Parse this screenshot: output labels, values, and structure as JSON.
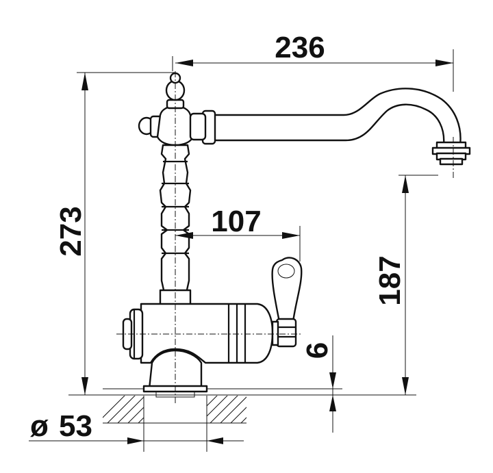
{
  "dimensions": {
    "spout_reach": "236",
    "total_height": "273",
    "handle_offset": "107",
    "spout_clearance": "187",
    "base_thickness": "6",
    "diameter_symbol": "ø",
    "mounting_diameter": "53"
  }
}
